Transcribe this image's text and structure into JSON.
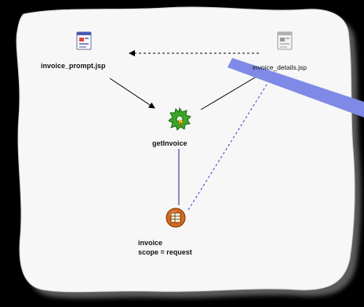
{
  "nodes": {
    "invoice_prompt": {
      "label": "invoice_prompt.jsp",
      "icon": "jsp-page-icon"
    },
    "invoice_details": {
      "label": "invoice_details.jsp",
      "icon": "jsp-page-icon"
    },
    "get_invoice": {
      "label": "getInvoice",
      "icon": "action-gear-icon"
    },
    "invoice_bean": {
      "label_line1": "invoice",
      "label_line2": "scope = request",
      "icon": "data-bean-icon"
    }
  },
  "colors": {
    "backdrop": "#000000",
    "canvas": "#f7f7f7",
    "highlight": "#7f8ae6",
    "link_solid": "#000000",
    "link_blue": "#1a1a8c",
    "link_dashed": "#3a3ad0",
    "gear_green": "#3aa52a",
    "bean_orange": "#d2691e"
  }
}
